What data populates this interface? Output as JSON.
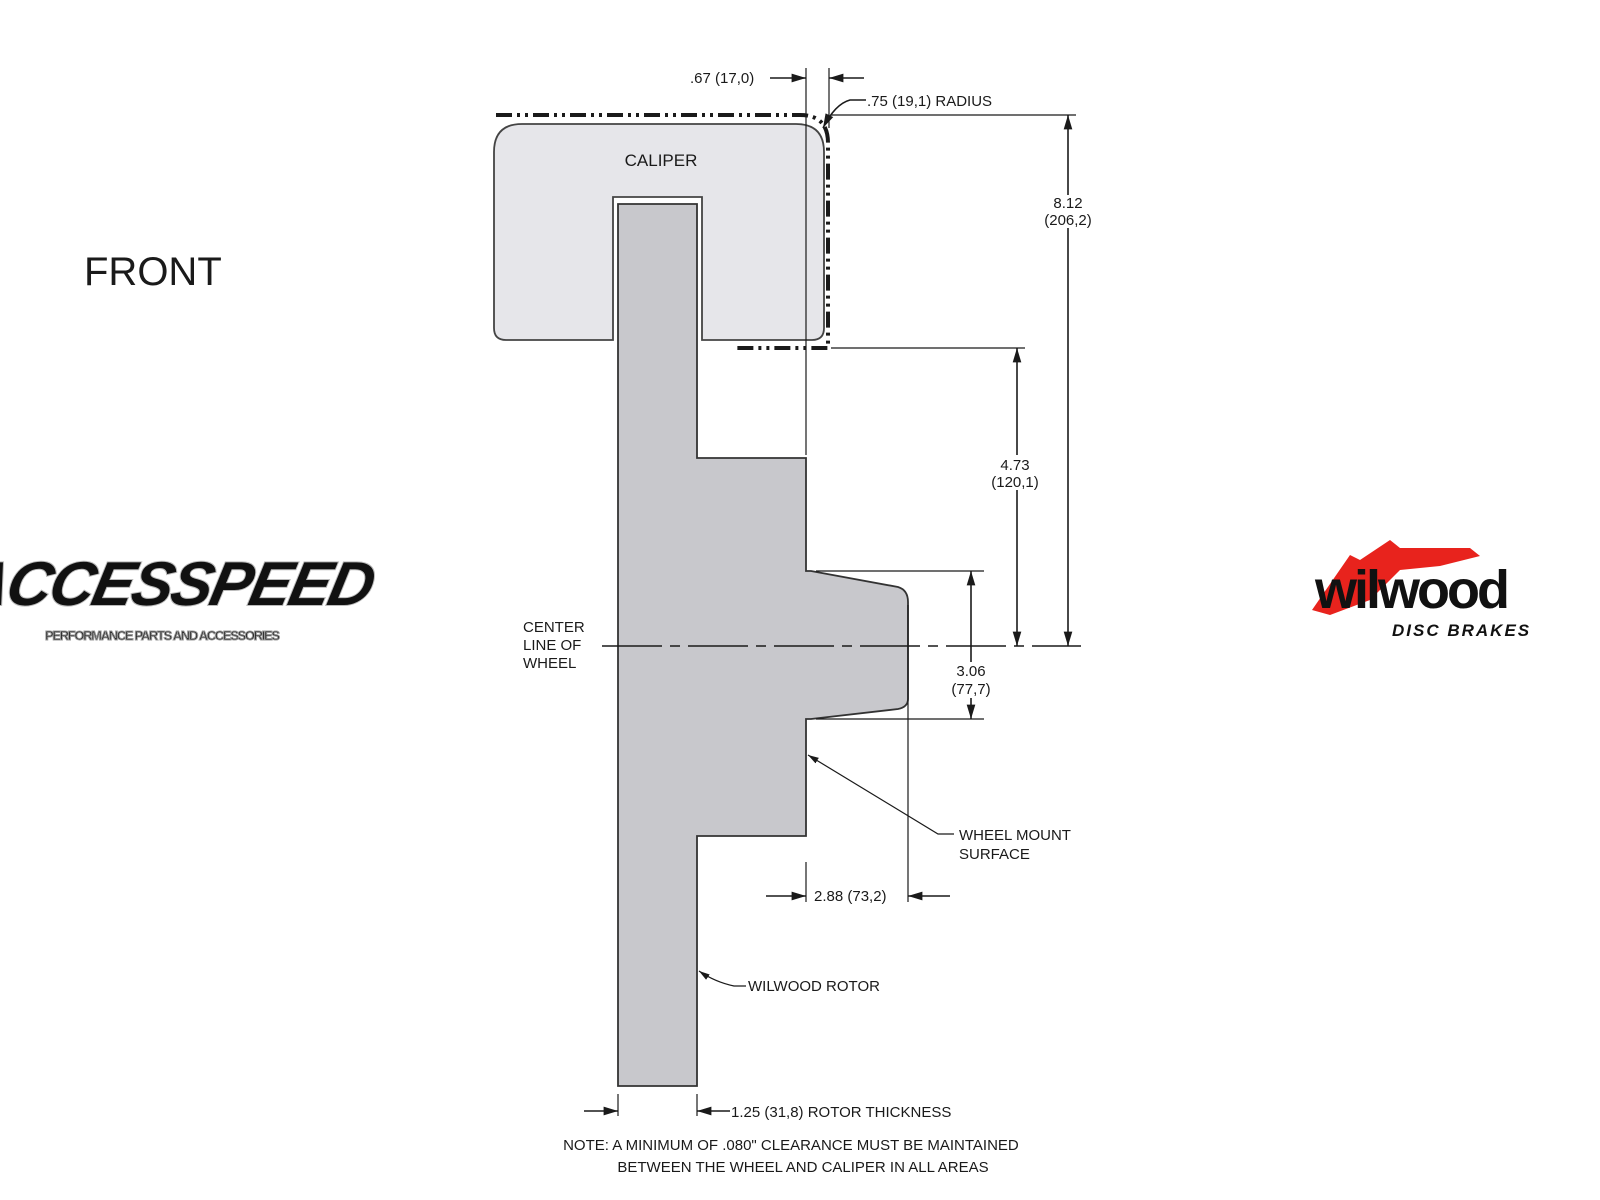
{
  "view_label": "FRONT",
  "parts": {
    "caliper": "CALIPER",
    "centerline": [
      "CENTER",
      "LINE OF",
      "WHEEL"
    ],
    "wheel_mount": [
      "WHEEL MOUNT",
      "SURFACE"
    ],
    "rotor": "WILWOOD ROTOR"
  },
  "dimensions": {
    "offset": ".67 (17,0)",
    "radius": ".75 (19,1) RADIUS",
    "overall_height": [
      "8.12",
      "(206,2)"
    ],
    "caliper_clear_height": [
      "4.73",
      "(120,1)"
    ],
    "hub_pilot": [
      "3.06",
      "(77,7)"
    ],
    "mount_to_hub": "2.88 (73,2)",
    "rotor_thickness": "1.25 (31,8) ROTOR THICKNESS"
  },
  "note": [
    "NOTE: A MINIMUM OF .080\" CLEARANCE MUST BE MAINTAINED",
    "BETWEEN THE WHEEL AND CALIPER IN ALL AREAS"
  ],
  "logos": {
    "left": {
      "name": "ACCESSPEED",
      "tagline": "PERFORMANCE PARTS AND ACCESSORIES"
    },
    "right": {
      "name": "wilwood",
      "tagline": "DISC BRAKES"
    }
  },
  "colors": {
    "caliper_fill": "#e6e6ea",
    "rotor_fill": "#c8c8cc",
    "line": "#1a1a1a",
    "wilwood_red": "#e8231d"
  }
}
